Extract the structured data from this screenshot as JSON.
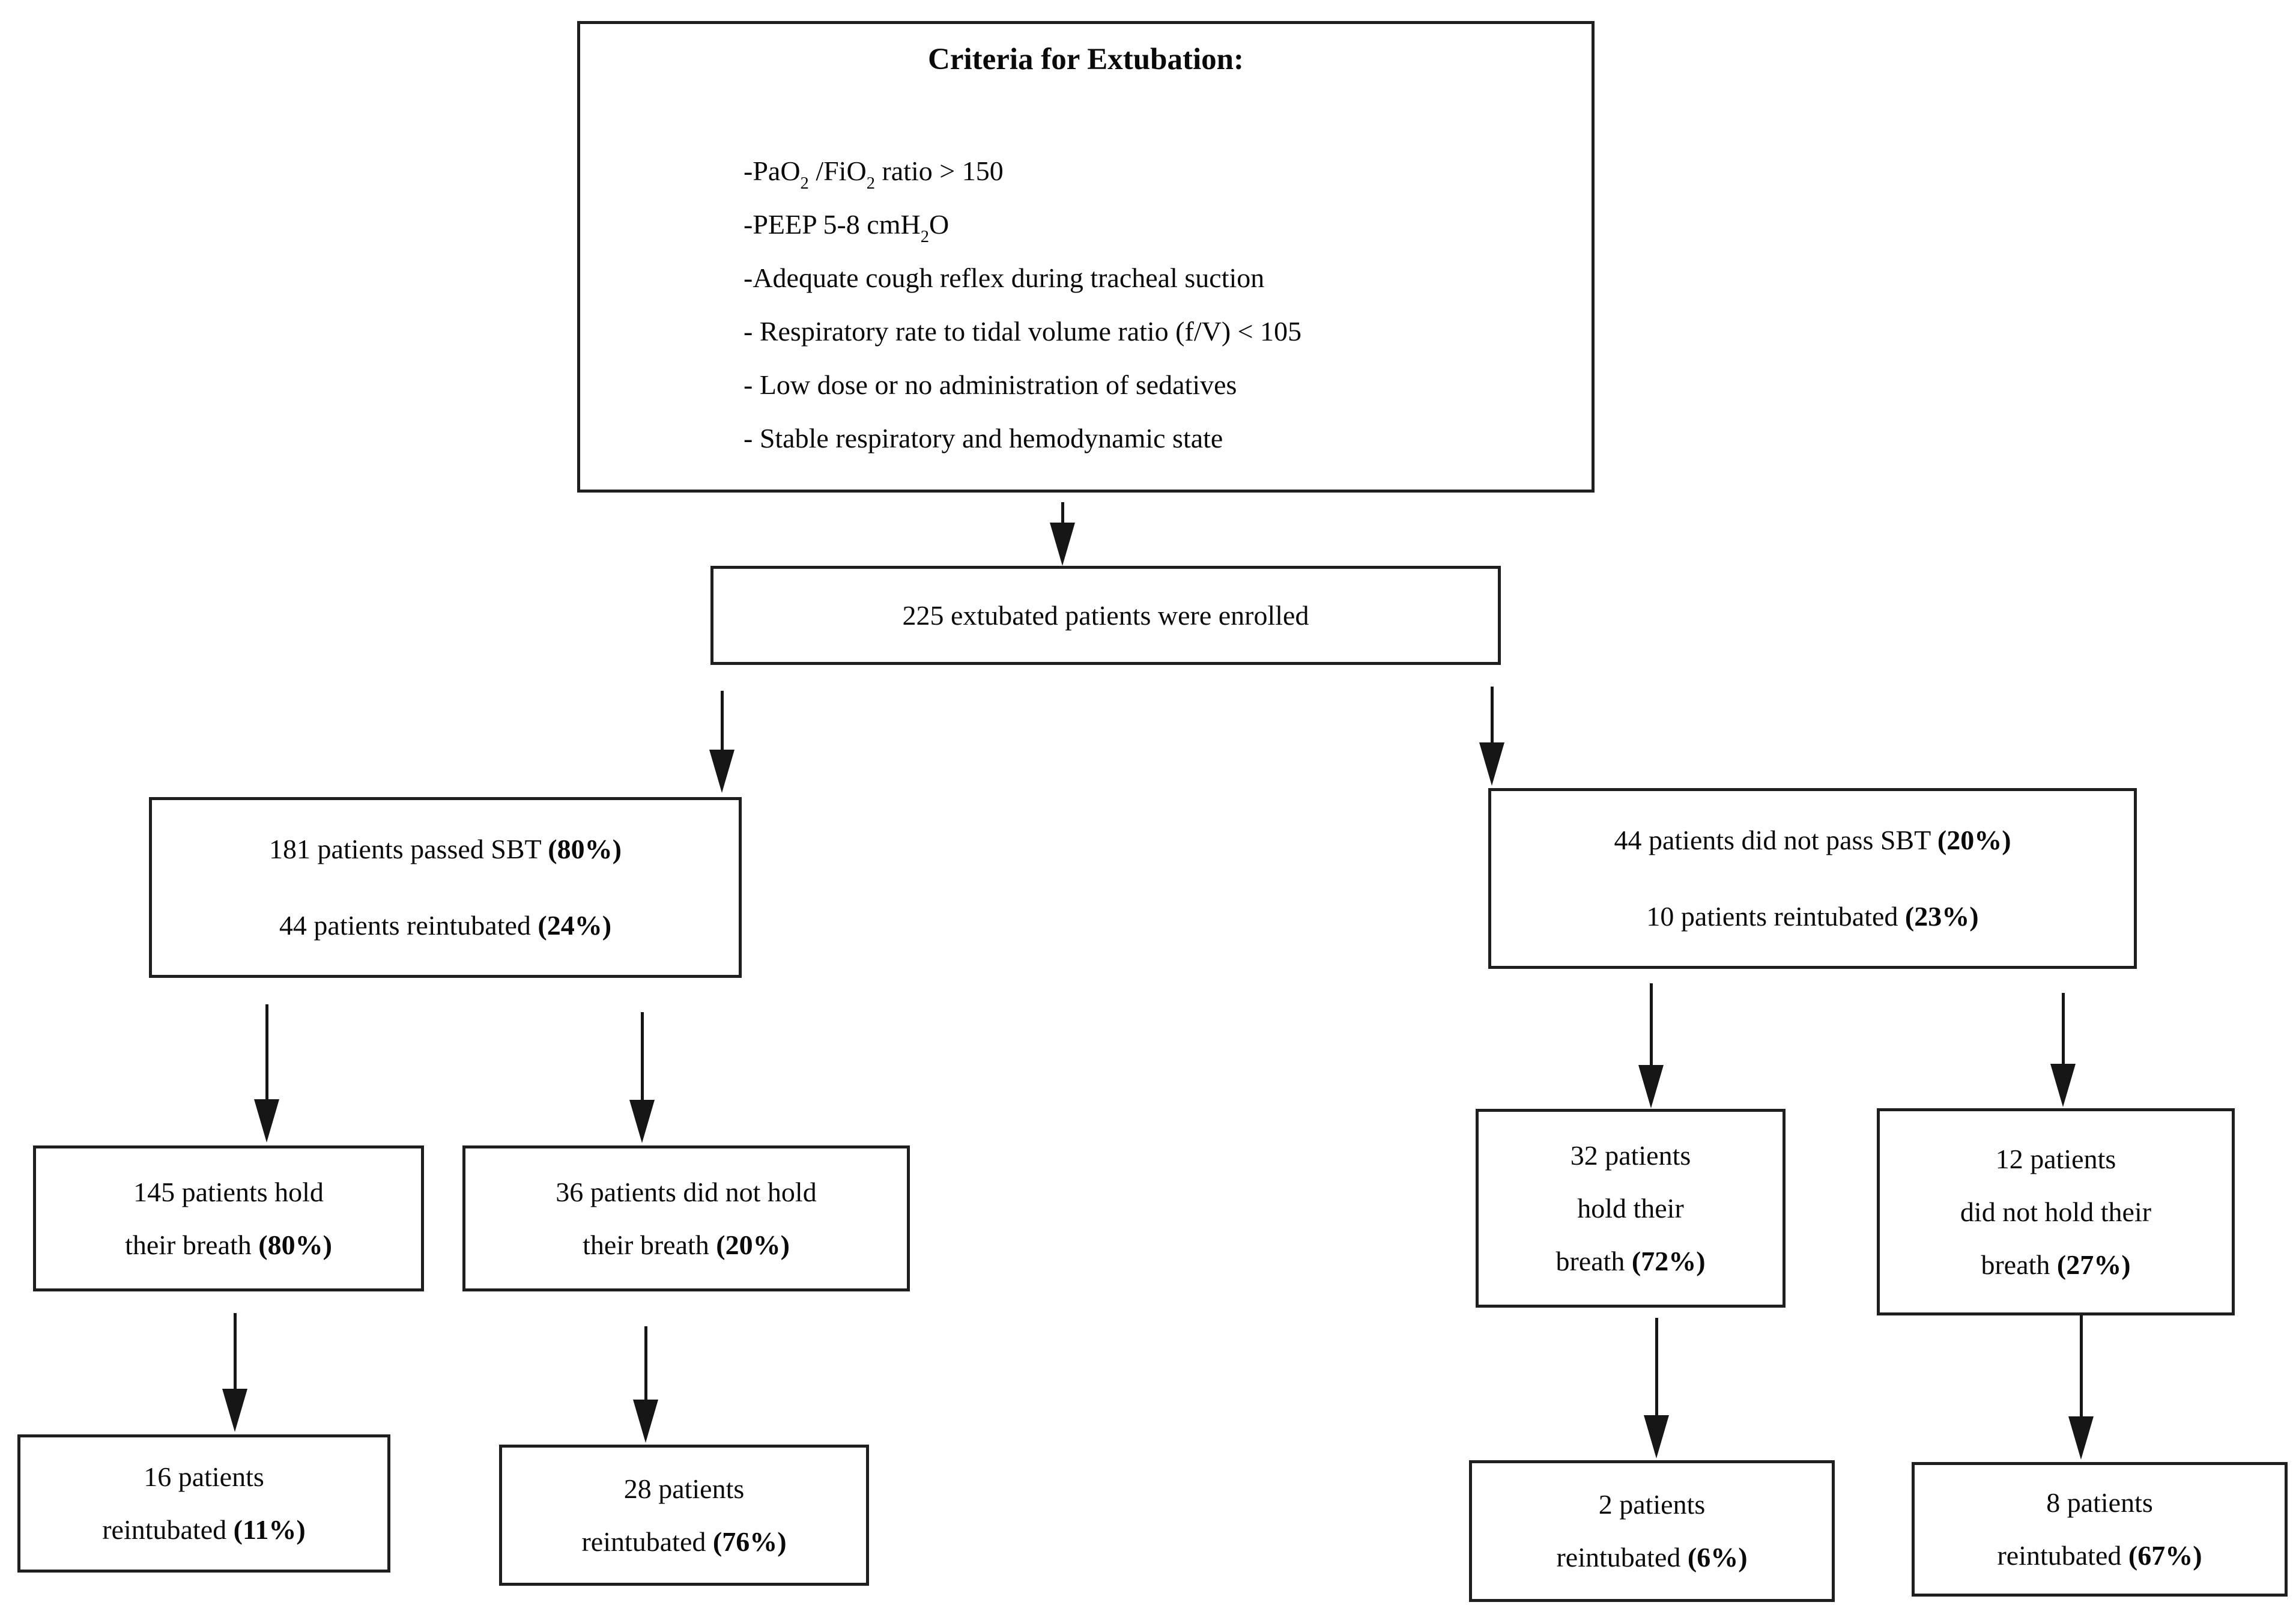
{
  "criteria": {
    "title": "Criteria for Extubation:",
    "items": [
      "-PaO₂ /FiO₂ ratio > 150",
      "-PEEP 5-8 cmH₂O",
      "-Adequate cough reflex during tracheal suction",
      "- Respiratory rate to tidal volume ratio (f/V) < 105",
      "- Low dose or no administration of sedatives",
      "- Stable respiratory and hemodynamic state"
    ]
  },
  "enrolled": {
    "line1": {
      "text": "225 extubated patients were enrolled",
      "bold": ""
    }
  },
  "passed_sbt": {
    "line1": {
      "text": "181 patients passed SBT ",
      "bold": "(80%)"
    },
    "line2": {
      "text": "44 patients reintubated ",
      "bold": "(24%)"
    }
  },
  "failed_sbt": {
    "line1": {
      "text": "44 patients did not pass SBT ",
      "bold": "(20%)"
    },
    "line2": {
      "text": "10 patients reintubated ",
      "bold": "(23%)"
    }
  },
  "hold_breath_passed": {
    "line1": {
      "text": "145 patients hold",
      "bold": ""
    },
    "line2": {
      "text": "their breath ",
      "bold": "(80%)"
    }
  },
  "no_hold_breath_passed": {
    "line1": {
      "text": "36 patients did not hold",
      "bold": ""
    },
    "line2": {
      "text": "their breath ",
      "bold": "(20%)"
    }
  },
  "hold_breath_failed": {
    "line1": {
      "text": "32 patients",
      "bold": ""
    },
    "line2": {
      "text": "hold their",
      "bold": ""
    },
    "line3": {
      "text": "breath ",
      "bold": "(72%)"
    }
  },
  "no_hold_breath_failed": {
    "line1": {
      "text": "12 patients",
      "bold": ""
    },
    "line2": {
      "text": "did not hold their",
      "bold": ""
    },
    "line3": {
      "text": "breath ",
      "bold": "(27%)"
    }
  },
  "reintubated_hold_passed": {
    "line1": {
      "text": "16 patients",
      "bold": ""
    },
    "line2": {
      "text": "reintubated ",
      "bold": "(11%)"
    }
  },
  "reintubated_no_hold_passed": {
    "line1": {
      "text": "28 patients",
      "bold": ""
    },
    "line2": {
      "text": "reintubated ",
      "bold": "(76%)"
    }
  },
  "reintubated_hold_failed": {
    "line1": {
      "text": "2 patients",
      "bold": ""
    },
    "line2": {
      "text": "reintubated ",
      "bold": "(6%)"
    }
  },
  "reintubated_no_hold_failed": {
    "line1": {
      "text": "8 patients",
      "bold": ""
    },
    "line2": {
      "text": "reintubated ",
      "bold": "(67%)"
    }
  }
}
